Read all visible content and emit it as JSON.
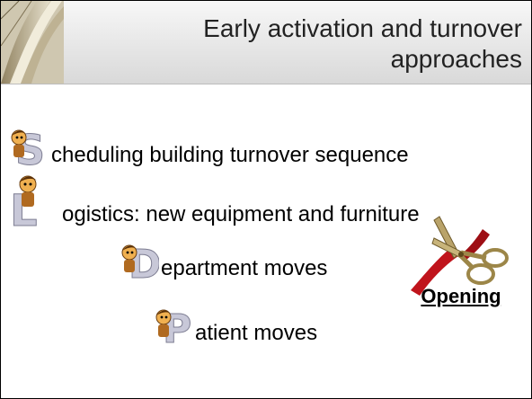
{
  "header": {
    "title_line1": "Early activation and turnover",
    "title_line2": "approaches"
  },
  "bullets": [
    {
      "letter": "S",
      "text": "cheduling building turnover sequence"
    },
    {
      "letter": "L",
      "text": "ogistics: new equipment and furniture"
    },
    {
      "letter": "D",
      "text": "epartment moves"
    },
    {
      "letter": "P",
      "text": "atient moves"
    }
  ],
  "ribbon_callout": {
    "label": "Opening"
  },
  "colors": {
    "letter_fill": "#c8c8d8",
    "ribbon": "#c0141c",
    "caveman_skin": "#f0b050"
  }
}
